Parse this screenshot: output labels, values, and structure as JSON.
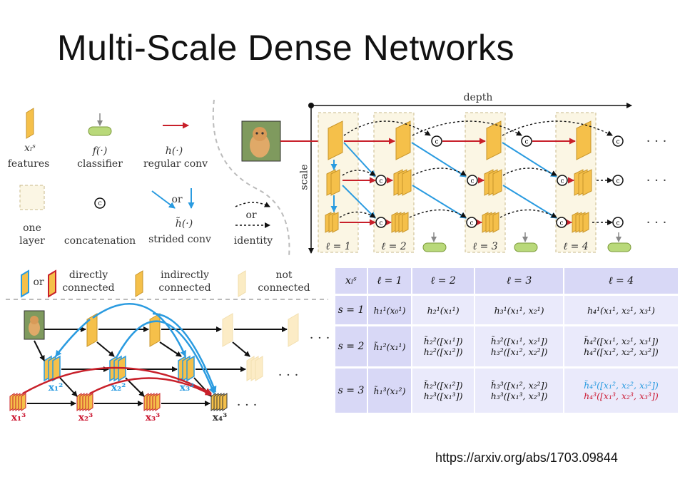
{
  "slide": {
    "title": "Multi-Scale Dense Networks",
    "url": "https://arxiv.org/abs/1703.09844"
  },
  "legend": {
    "features_symbol": "xₗˢ",
    "features_label": "features",
    "classifier_symbol": "f(·)",
    "classifier_label": "classifier",
    "regular_conv_symbol": "h(·)",
    "regular_conv_label": "regular conv",
    "one_layer_label_1": "one",
    "one_layer_label_2": "layer",
    "concat_glyph": "c",
    "concat_label": "concatenation",
    "or_strided": "or",
    "strided_symbol": "h̃(·)",
    "strided_label": "strided conv",
    "or_identity": "or",
    "identity_label": "identity"
  },
  "main_diagram": {
    "depth_label": "depth",
    "scale_label": "scale",
    "layer_labels": [
      "ℓ = 1",
      "ℓ = 2",
      "ℓ = 3",
      "ℓ = 4"
    ],
    "ellipsis": "· · ·",
    "concat_glyph": "c"
  },
  "connectivity_legend": {
    "or": "or",
    "direct_1": "directly",
    "direct_2": "connected",
    "indirect_1": "indirectly",
    "indirect_2": "connected",
    "not_1": "not",
    "not_2": "connected"
  },
  "bottom_diagram": {
    "labels_scale2": [
      "x₁²",
      "x₂²",
      "x₃²"
    ],
    "labels_scale3": [
      "x₁³",
      "x₂³",
      "x₃³",
      "x₄³"
    ],
    "ellipsis": "· · ·"
  },
  "table": {
    "corner": "xₗˢ",
    "col_headers": [
      "ℓ = 1",
      "ℓ = 2",
      "ℓ = 3",
      "ℓ = 4"
    ],
    "rows": [
      {
        "scale": "s = 1",
        "l1": "h₁¹(x₀¹)",
        "l2": "h₂¹(x₁¹)",
        "l3": "h₃¹(x₁¹, x₂¹)",
        "l4": "h₄¹(x₁¹, x₂¹, x₃¹)"
      },
      {
        "scale": "s = 2",
        "l1": "h̃₁²(x₁¹)",
        "l2_a": "h̃₂²([x₁¹])",
        "l2_b": "h₂²([x₁²])",
        "l3_a": "h̃₃²([x₁¹, x₂¹])",
        "l3_b": "h₃²([x₁², x₂²])",
        "l4_a": "h̃₄²([x₁¹, x₂¹, x₃¹])",
        "l4_b": "h₄²([x₁², x₂², x₃²])"
      },
      {
        "scale": "s = 3",
        "l1": "h̃₁³(x₁²)",
        "l2_a": "h̃₂³([x₁²])",
        "l2_b": "h₂³([x₁³])",
        "l3_a": "h̃₃³([x₁², x₂²])",
        "l3_b": "h₃³([x₁³, x₂³])",
        "l4_a": "h̃₄³([x₁², x₂², x₃²])",
        "l4_b": "h₄³([x₁³, x₂³, x₃³])"
      }
    ]
  },
  "colors": {
    "feature_fill": "#f5c04a",
    "feature_stroke": "#c8952a",
    "regular_conv": "#c8202a",
    "strided_conv": "#2a9be0",
    "classifier": "#b9d97a",
    "layer_box": "#fbf6e4",
    "table_header": "#d8d8f6",
    "table_cell": "#eaeafb"
  }
}
